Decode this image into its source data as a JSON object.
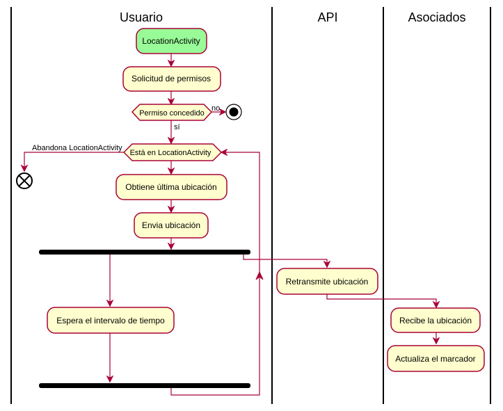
{
  "swimlanes": {
    "usuario": "Usuario",
    "api": "API",
    "asociados": "Asociados"
  },
  "nodes": {
    "location_activity": "LocationActivity",
    "solicitud_permisos": "Solicitud de permisos",
    "permiso_concedido": "Permiso concedido",
    "esta_en_location_activity": "Está en LocationActivity",
    "obtiene_ultima_ubicacion": "Obtiene última ubicación",
    "envia_ubicacion": "Envia ubicación",
    "retransmite_ubicacion": "Retransmite ubicación",
    "espera_intervalo": "Espera el intervalo de tiempo",
    "recibe_ubicacion": "Recibe la ubicación",
    "actualiza_marcador": "Actualiza el marcador"
  },
  "edge_labels": {
    "no": "no",
    "si": "sí",
    "abandona": "Abandona LocationActivity"
  },
  "colors": {
    "activity_fill": "#FEFECE",
    "start_fill": "#98FB98",
    "border": "#A80036",
    "lane_border": "#000000"
  }
}
